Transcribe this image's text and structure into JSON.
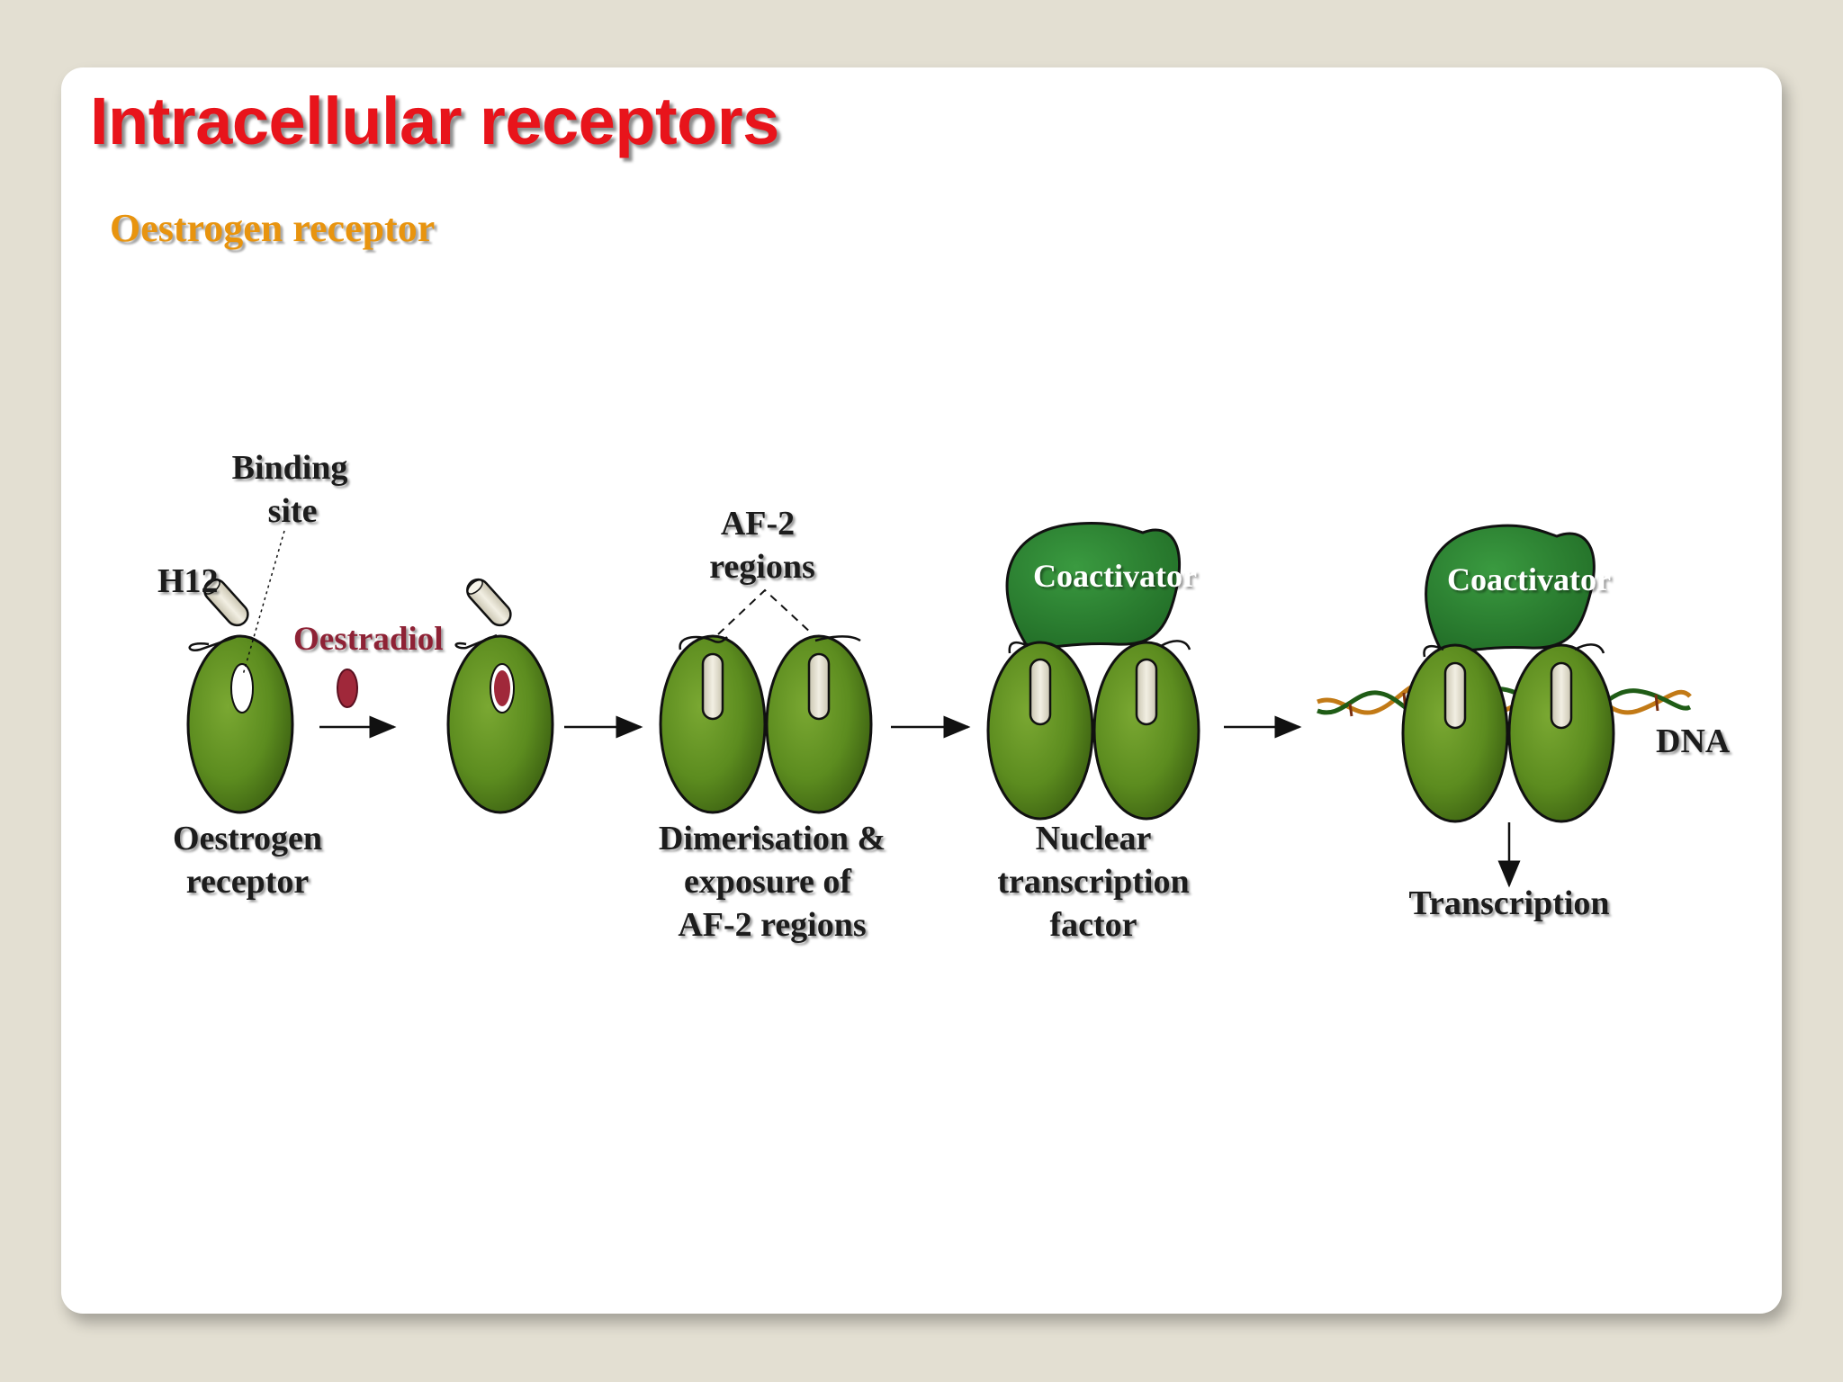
{
  "slide": {
    "title": "Intracellular receptors",
    "subtitle": "Oestrogen receptor"
  },
  "diagram": {
    "labels": {
      "binding_site_line1": "Binding",
      "binding_site_line2": "site",
      "h12": "H12",
      "oestradiol": "Oestradiol",
      "af2_line1": "AF-2",
      "af2_line2": "regions",
      "receptor_line1": "Oestrogen",
      "receptor_line2": "receptor",
      "dimer_line1": "Dimerisation &",
      "dimer_line2": "exposure of",
      "dimer_line3": "AF-2 regions",
      "nuclear_line1": "Nuclear",
      "nuclear_line2": "transcription",
      "nuclear_line3": "factor",
      "coactivator_1": "Coactivator",
      "coactivator_2": "Coactivator",
      "dna": "DNA",
      "transcription": "Transcription"
    },
    "colors": {
      "receptor_green": "#5a8a1e",
      "coactivator_green": "#2a7a2e",
      "oestradiol_red": "#a0283a",
      "h12_fill": "#e8e4d4"
    }
  }
}
